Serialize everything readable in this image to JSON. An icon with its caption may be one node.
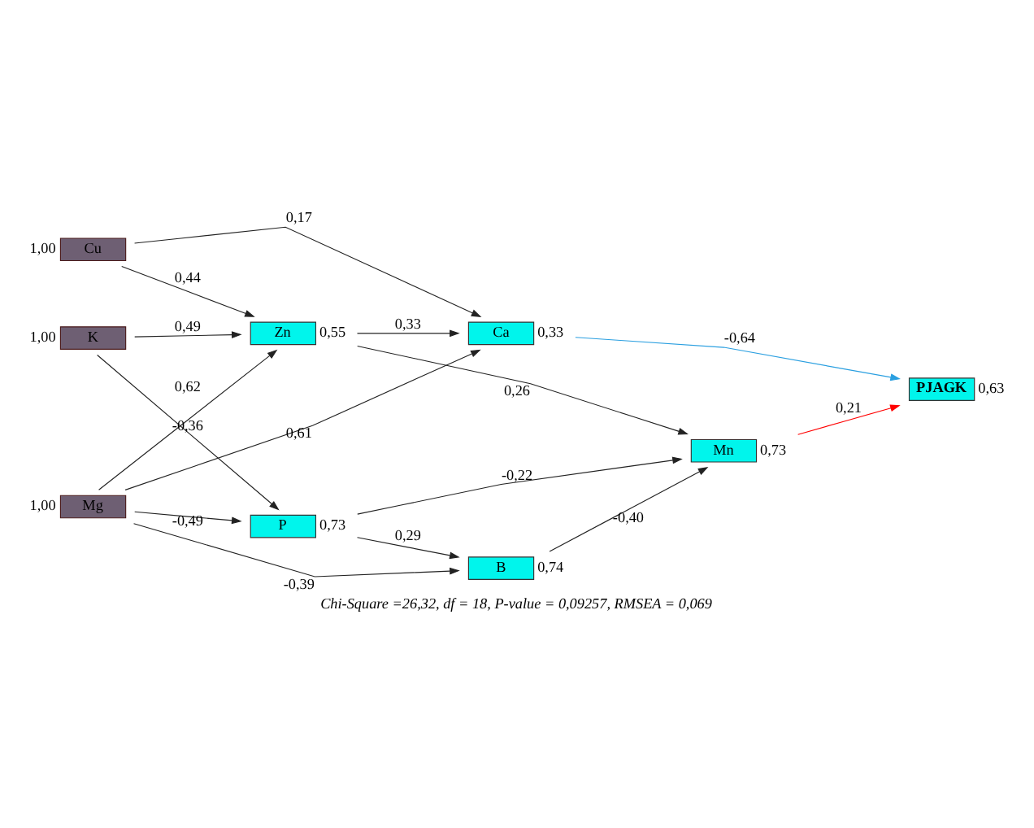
{
  "diagram": {
    "caption": "Chi-Square =26,32, df = 18, P-value = 0,09257, RMSEA = 0,069",
    "nodes": [
      {
        "text": [
          "P"
        ],
        "beside": [
          "0,73"
        ]
      },
      {
        "text": [
          "Ca"
        ],
        "beside": [
          "0,33"
        ]
      },
      {
        "text": [
          "K"
        ],
        "beside": [
          "1,00"
        ]
      },
      {
        "text": [
          "PJAGK"
        ],
        "beside": [
          "0,63"
        ]
      },
      {
        "text": [
          "Mg"
        ],
        "beside": [
          "1,00"
        ]
      },
      {
        "text": [
          "Mn"
        ],
        "beside": [
          "0,73"
        ]
      },
      {
        "text": [
          "Cu"
        ],
        "beside": [
          "1,00"
        ]
      },
      {
        "text": [
          "Zn"
        ],
        "beside": [
          "0,55"
        ]
      },
      {
        "text": [
          "B"
        ],
        "beside": [
          "0,74"
        ]
      }
    ],
    "edges": [
      {
        "from": 2,
        "to": 0,
        "arrow": "to",
        "label": "0,62"
      },
      {
        "from": 2,
        "to": 7,
        "arrow": "to",
        "label": "0,49"
      },
      {
        "from": 4,
        "to": 0,
        "arrow": "to",
        "label": "-0,49"
      },
      {
        "from": 4,
        "to": 1,
        "arrow": "to",
        "label": "0,61"
      },
      {
        "from": 4,
        "to": 7,
        "arrow": "to",
        "label": "-0,36"
      },
      {
        "from": 4,
        "to": 8,
        "arrow": "to",
        "label": "-0,39"
      },
      {
        "from": 6,
        "to": 1,
        "arrow": "to",
        "label": "0,17"
      },
      {
        "from": 6,
        "to": 7,
        "arrow": "to",
        "label": "0,44"
      },
      {
        "from": 0,
        "to": 5,
        "arrow": "to",
        "label": "-0,22"
      },
      {
        "from": 0,
        "to": 8,
        "arrow": "to",
        "label": "0,29"
      },
      {
        "from": 7,
        "to": 1,
        "arrow": "to",
        "label": "0,33"
      },
      {
        "from": 7,
        "to": 5,
        "arrow": "to",
        "label": "0,26"
      },
      {
        "from": 8,
        "to": 5,
        "arrow": "to",
        "label": "-0,40"
      },
      {
        "from": 1,
        "to": 3,
        "arrow": "to",
        "label": "-0,64",
        "color": "#2a9fe0"
      },
      {
        "from": 5,
        "to": 3,
        "arrow": "to",
        "label": "0,21",
        "color": "#ff0000"
      }
    ]
  }
}
